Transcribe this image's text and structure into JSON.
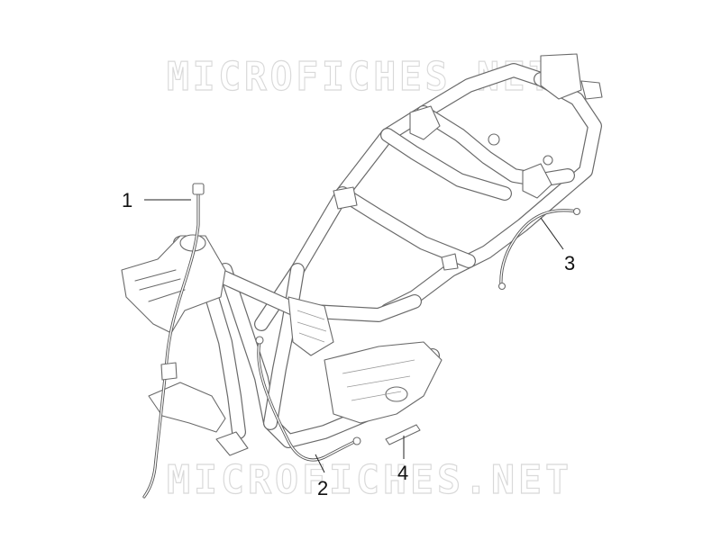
{
  "watermark": {
    "top": "MICROFICHES.NET",
    "bottom": "MICROFICHES.NET"
  },
  "callouts": [
    {
      "label": "1"
    },
    {
      "label": "2"
    },
    {
      "label": "3"
    },
    {
      "label": "4"
    }
  ]
}
